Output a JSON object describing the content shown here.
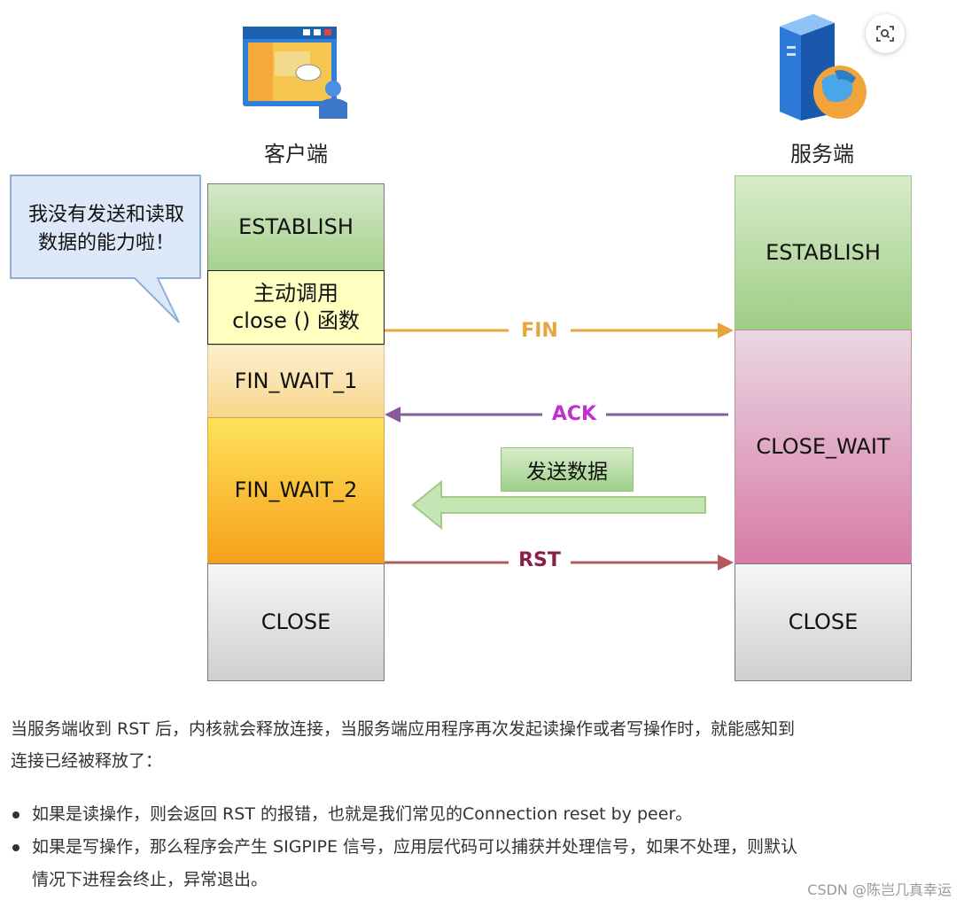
{
  "diagram": {
    "client_label": "客户端",
    "server_label": "服务端",
    "callout_line1": "我没有发送和读取",
    "callout_line2": "数据的能力啦！",
    "client_states": [
      "ESTABLISH",
      "主动调用",
      "close () 函数",
      "FIN_WAIT_1",
      "FIN_WAIT_2",
      "CLOSE"
    ],
    "server_states": [
      "ESTABLISH",
      "CLOSE_WAIT",
      "CLOSE"
    ],
    "arrows": {
      "fin": "FIN",
      "ack": "ACK",
      "send_data": "发送数据",
      "rst": "RST"
    },
    "colors": {
      "fin": "#e5a73c",
      "ack": "#8a5a9b",
      "ack_label": "#c22fd1",
      "rst": "#b45a5a",
      "rst_label": "#8a1f4a",
      "send_arrow": "#c6e5b5"
    }
  },
  "text": {
    "paragraph_line1": "当服务端收到 RST 后，内核就会释放连接，当服务端应用程序再次发起读操作或者写操作时，就能感知到",
    "paragraph_line2": "连接已经被释放了：",
    "bullet1": "如果是读操作，则会返回 RST 的报错，也就是我们常见的Connection reset by peer。",
    "bullet2_line1": "如果是写操作，那么程序会产生 SIGPIPE 信号，应用层代码可以捕获并处理信号，如果不处理，则默认",
    "bullet2_line2": "情况下进程会终止，异常退出。"
  },
  "watermark": "CSDN @陈岂几真幸运",
  "icons": [
    "client-window-icon",
    "server-globe-icon",
    "zoom-lens-icon"
  ]
}
